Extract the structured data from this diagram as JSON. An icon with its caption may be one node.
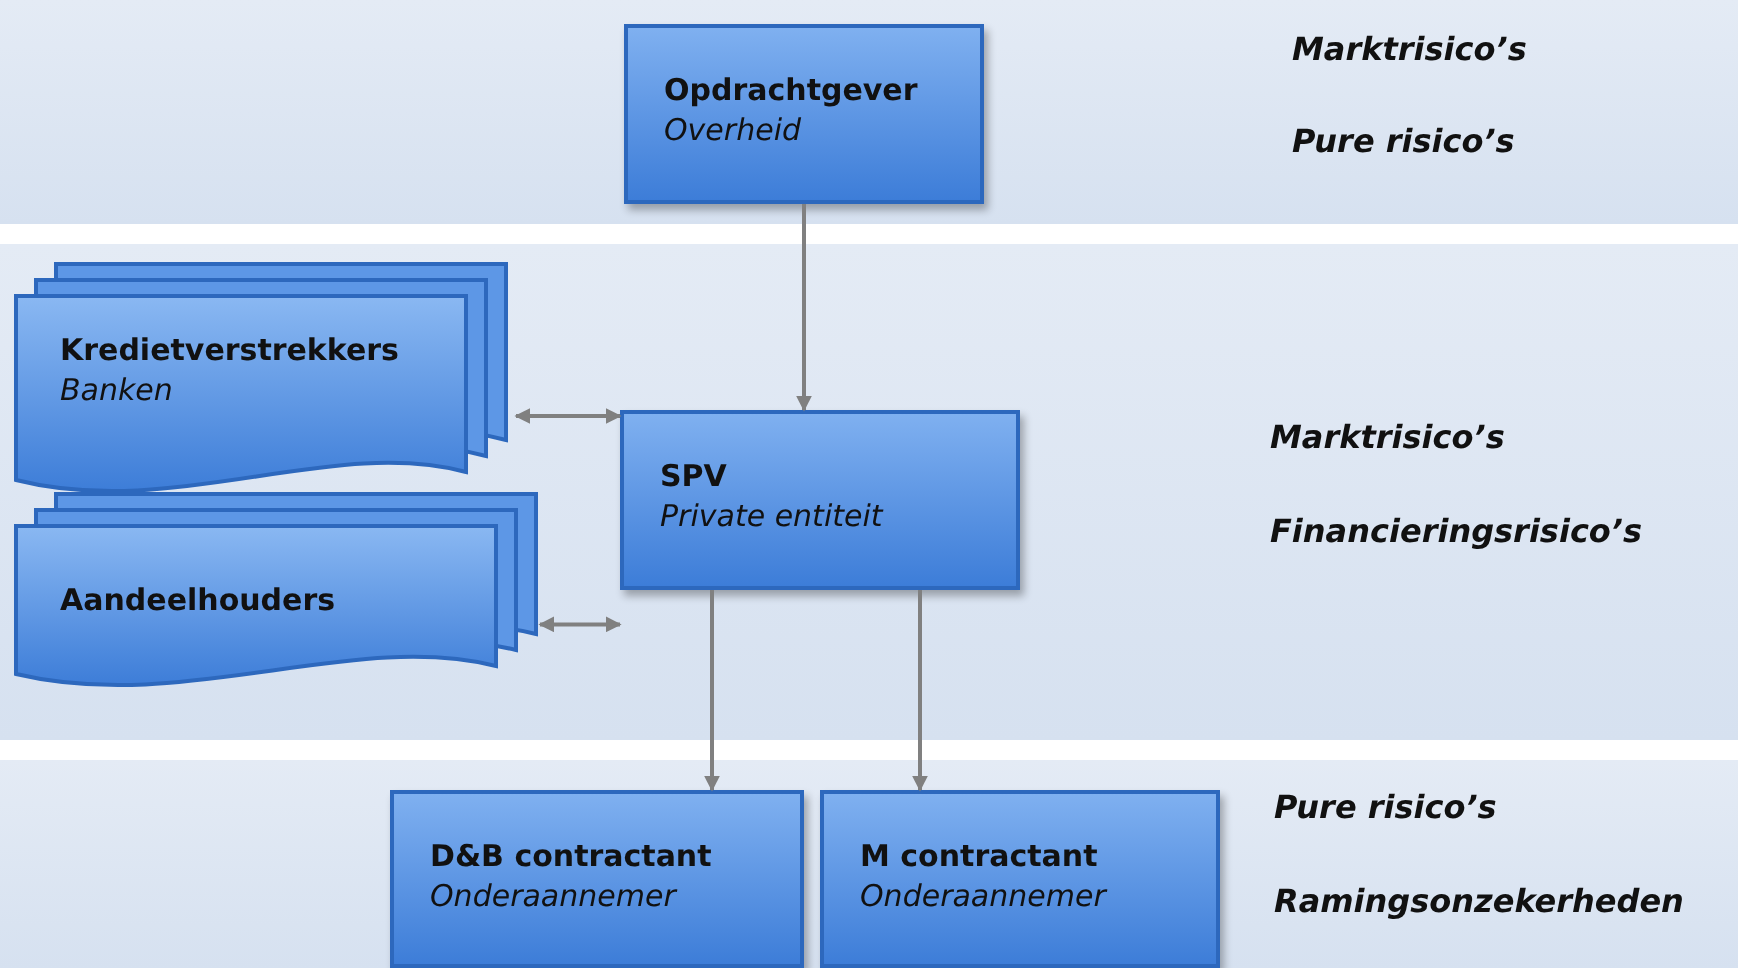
{
  "diagram": {
    "nodes": [
      {
        "text": [
          "Marktrisico’s",
          "Pure risico’s"
        ]
      },
      {
        "text": [
          "Opdrachtgever",
          "Overheid"
        ],
        "in": 0
      },
      {
        "text": [
          "Marktrisico’s",
          "Financieringsrisico’s"
        ]
      },
      {
        "text": [
          "Kredietverstrekkers",
          "Banken"
        ],
        "in": 2
      },
      {
        "text": [
          "Aandeelhouders"
        ],
        "in": 2
      },
      {
        "text": [
          "SPV",
          "Private entiteit"
        ],
        "in": 2
      },
      {
        "text": [
          "Pure risico’s",
          "Ramingsonzekerheden"
        ]
      },
      {
        "text": [
          "D&B contractant",
          "Onderaannemer"
        ],
        "in": 6
      },
      {
        "text": [
          "M contractant",
          "Onderaannemer"
        ],
        "in": 6
      }
    ],
    "edges": [
      {
        "from": 1,
        "to": 5,
        "arrow": "to"
      },
      {
        "from": 3,
        "to": 5,
        "arrow": "both"
      },
      {
        "from": 4,
        "to": 5,
        "arrow": "both"
      },
      {
        "from": 5,
        "to": 7,
        "arrow": "to"
      },
      {
        "from": 5,
        "to": 8,
        "arrow": "to"
      }
    ]
  }
}
